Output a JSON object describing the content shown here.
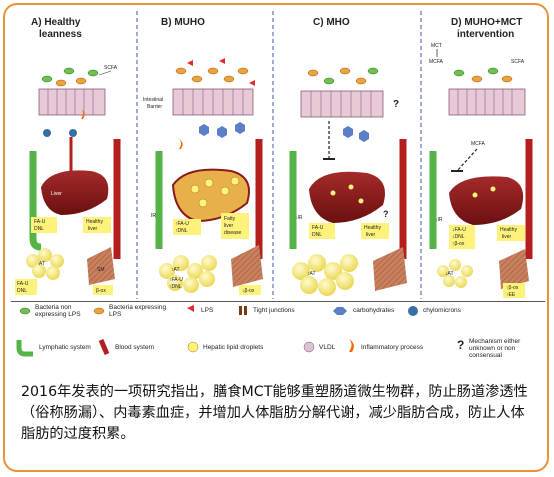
{
  "panels": {
    "a": {
      "title_line1": "A) Healthy",
      "title_line2": "leanness",
      "scfa": "SCFA",
      "liver": "Liver",
      "fau": "FA-U",
      "dnl": "DNL",
      "healthy_line1": "Healthy",
      "healthy_line2": "liver",
      "at": "AT",
      "sm": "SM",
      "fau_dnl_line1": "FA-U",
      "fau_dnl_line2": "DNL",
      "beta": "β-ox"
    },
    "b": {
      "title": "B) MUHO",
      "barrier_line1": "Intestinal",
      "barrier_line2": "Barrier",
      "ir": "IR",
      "fau": "↑FA-U",
      "dnl": "↑DNL",
      "fatty_line1": "Fatty",
      "fatty_line2": "liver",
      "fatty_line3": "disease",
      "at": "↑AT",
      "fau2": "↑FA-U",
      "dnl2": "↑DNL",
      "beta": "↓β-ox"
    },
    "c": {
      "title": "C) MHO",
      "ir": "↓IR",
      "fau": "FA-U",
      "dnl": "DNL",
      "healthy_line1": "Healthy",
      "healthy_line2": "liver",
      "at": "↑AT",
      "q": "?"
    },
    "d": {
      "title_line1": "D) MUHO+MCT",
      "title_line2": "intervention",
      "mct": "MCT",
      "mcfa": "MCFA",
      "scfa": "SCFA",
      "mcfa2": "MCFA",
      "ir": "↓IR",
      "fau": "↓FA-U",
      "dnl": "↓DNL",
      "beta_up": "↑β-ox",
      "healthy_line1": "Healthy",
      "healthy_line2": "liver",
      "at": "↓AT",
      "beta": "↑β-ox",
      "ee": "↑EE"
    }
  },
  "legend": {
    "bacteria_non_line1": "Bacteria non",
    "bacteria_non_line2": "expressing LPS",
    "bacteria_exp_line1": "Bacteria expressing",
    "bacteria_exp_line2": "LPS",
    "lps": "LPS",
    "tight": "Tight junctions",
    "carbs": "carbohydrates",
    "chylo": "chylomicrons",
    "lymph": "Lymphatic system",
    "blood": "Blood system",
    "droplets": "Hepatic lipid droplets",
    "vldl": "VLDL",
    "inflam": "Inflammatory process",
    "mech_line1": "Mechanism either",
    "mech_line2": "unknown or non consensual",
    "q": "?"
  },
  "caption": "2016年发表的一项研究指出，膳食MCT能够重塑肠道微生物群，防止肠道渗透性（俗称肠漏）、内毒素血症，并增加人体脂肪分解代谢，减少脂肪合成，防止人体脂肪的过度积累。",
  "colors": {
    "frame": "#e8933a",
    "lymph": "#55b447",
    "blood": "#b41e1e",
    "liver": "#8b1a1a",
    "note": "#fff27a",
    "fat": "#f3e66a",
    "gut": "#e8c9d8",
    "muscle": "#c67b58"
  }
}
